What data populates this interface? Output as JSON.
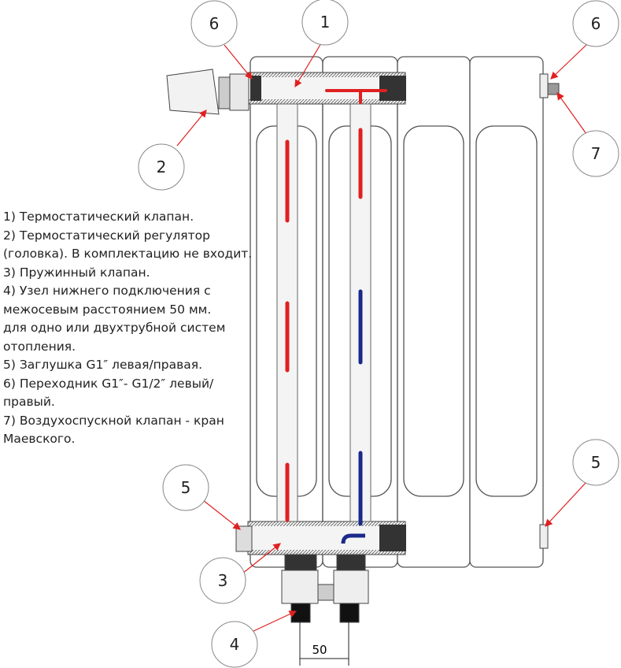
{
  "legend": [
    "1) Термостатический клапан.",
    "2) Термостатический регулятор",
    "(головка). В комплектацию не входит.",
    "3) Пружинный клапан.",
    "4) Узел нижнего подключения с",
    "межосевым расстоянием 50 мм.",
    "для одно или двухтрубной систем",
    "отопления.",
    "5) Заглушка G1″ левая/правая.",
    "6) Переходник G1″- G1/2″ левый/",
    "правый.",
    "7) Воздухоспускной клапан - кран",
    "Маевского."
  ],
  "callouts": {
    "c6_left": "6",
    "c1": "1",
    "c6_right": "6",
    "c2": "2",
    "c7": "7",
    "c5_left": "5",
    "c5_right": "5",
    "c3": "3",
    "c4": "4"
  },
  "dimension": "50",
  "colors": {
    "hot": "#e02020",
    "cold": "#1a2a8a",
    "leader": "#e02020"
  }
}
